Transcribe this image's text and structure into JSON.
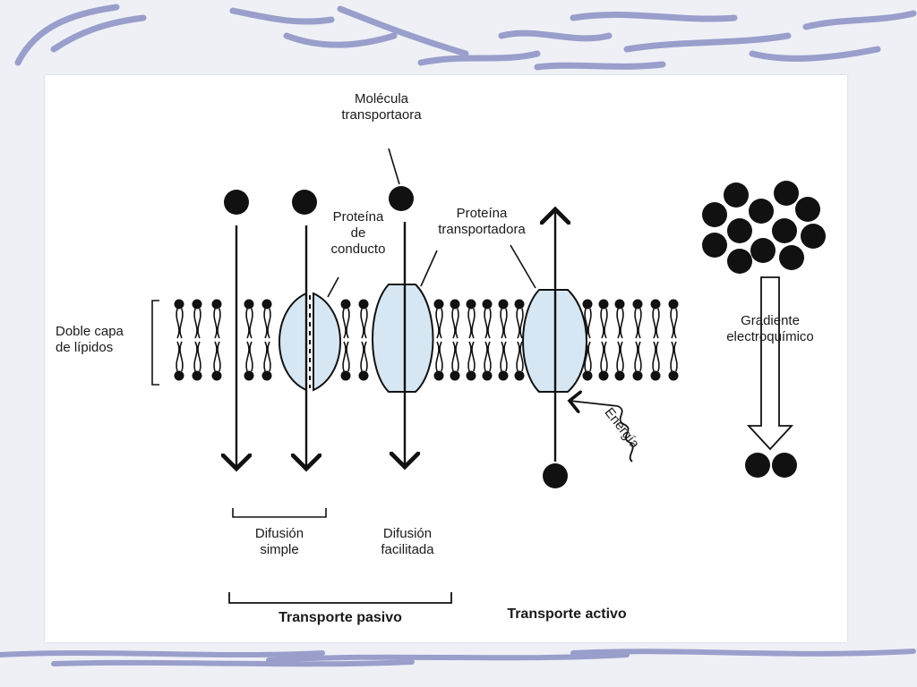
{
  "slide": {
    "background_color": "#eef0f6",
    "swirl_color": "#8b90c4"
  },
  "diagram": {
    "labels": {
      "molecule_carrier": "Molécula\ntransportaora",
      "channel_protein": "Proteína\nde\nconducto",
      "carrier_protein": "Proteína\ntransportadora",
      "lipid_bilayer": "Doble capa\nde lípidos",
      "energy": "Energía",
      "gradient": "Gradiente\nelectroquímico",
      "simple_diffusion": "Difusión\nsimple",
      "facilitated_diffusion": "Difusión\nfacilitada",
      "passive_transport": "Transporte pasivo",
      "active_transport": "Transporte activo"
    },
    "colors": {
      "ink": "#111111",
      "protein_fill": "#d6e6f2"
    }
  }
}
